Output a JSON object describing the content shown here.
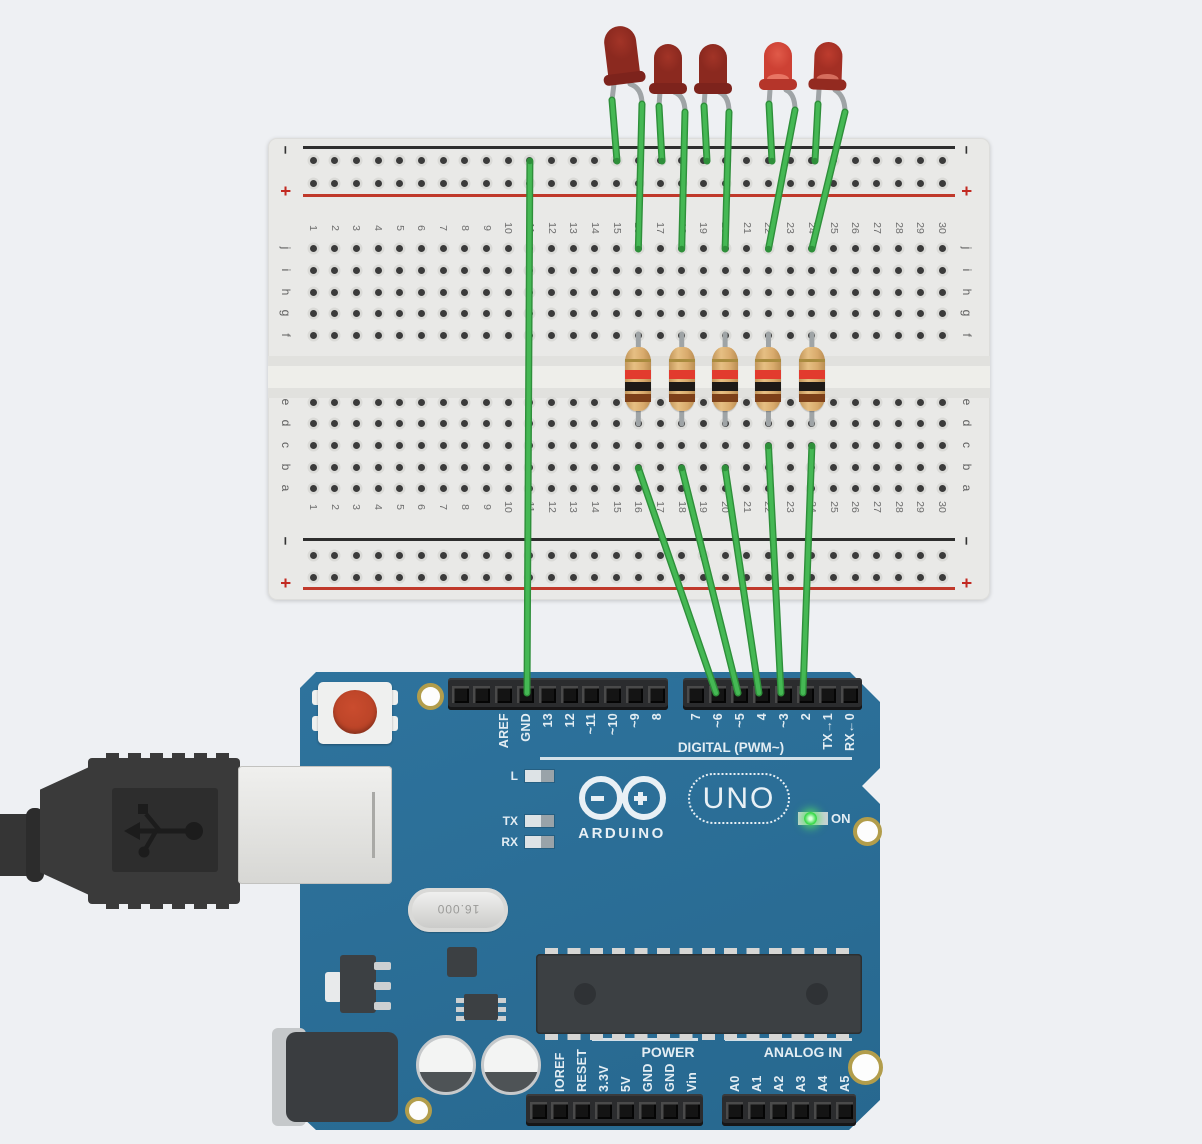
{
  "breadboard": {
    "column_count": 30,
    "row_letters_top": [
      "j",
      "i",
      "h",
      "g",
      "f"
    ],
    "row_letters_bottom": [
      "e",
      "d",
      "c",
      "b",
      "a"
    ],
    "rail_negative_symbol": "−",
    "rail_positive_symbol": "+"
  },
  "arduino": {
    "top_pin_labels_left": [
      "AREF",
      "GND",
      "13",
      "12",
      "~11",
      "~10",
      "~9",
      "8"
    ],
    "top_pin_labels_right": [
      "7",
      "~6",
      "~5",
      "4",
      "~3",
      "2",
      "TX→1",
      "RX←0"
    ],
    "digital_caption": "DIGITAL (PWM~)",
    "brand": "ARDUINO",
    "model": "UNO",
    "led_l_label": "L",
    "led_tx_label": "TX",
    "led_rx_label": "RX",
    "power_led_label": "ON",
    "power_caption": "POWER",
    "bottom_pin_labels_left": [
      "IOREF",
      "RESET",
      "3.3V",
      "5V",
      "GND",
      "GND",
      "Vin"
    ],
    "analog_caption": "ANALOG IN",
    "bottom_pin_labels_right": [
      "A0",
      "A1",
      "A2",
      "A3",
      "A4",
      "A5"
    ],
    "crystal_label": "16.000"
  },
  "components": {
    "leds": [
      {
        "name": "led-1",
        "color": "red",
        "anode_column": 16,
        "cathode": "top-negative-rail"
      },
      {
        "name": "led-2",
        "color": "red",
        "anode_column": 18,
        "cathode": "top-negative-rail"
      },
      {
        "name": "led-3",
        "color": "red",
        "anode_column": 20,
        "cathode": "top-negative-rail"
      },
      {
        "name": "led-4",
        "color": "red",
        "anode_column": 22,
        "cathode": "top-negative-rail"
      },
      {
        "name": "led-5",
        "color": "red",
        "anode_column": 24,
        "cathode": "top-negative-rail"
      }
    ],
    "resistors": [
      {
        "name": "resistor-1",
        "column": 16,
        "bands": [
          "gold",
          "red",
          "black",
          "brown"
        ]
      },
      {
        "name": "resistor-2",
        "column": 18,
        "bands": [
          "gold",
          "red",
          "black",
          "brown"
        ]
      },
      {
        "name": "resistor-3",
        "column": 20,
        "bands": [
          "gold",
          "red",
          "black",
          "brown"
        ]
      },
      {
        "name": "resistor-4",
        "column": 22,
        "bands": [
          "gold",
          "red",
          "black",
          "brown"
        ]
      },
      {
        "name": "resistor-5",
        "column": 24,
        "bands": [
          "gold",
          "red",
          "black",
          "brown"
        ]
      }
    ],
    "wires": [
      {
        "name": "wire-gnd",
        "from": "breadboard top negative rail col 11",
        "to": "arduino GND"
      },
      {
        "name": "wire-d6",
        "from": "breadboard b16",
        "to": "arduino ~6"
      },
      {
        "name": "wire-d5",
        "from": "breadboard b18",
        "to": "arduino ~5"
      },
      {
        "name": "wire-d4",
        "from": "breadboard b20",
        "to": "arduino 4"
      },
      {
        "name": "wire-d3",
        "from": "breadboard c22",
        "to": "arduino ~3"
      },
      {
        "name": "wire-d2",
        "from": "breadboard c24",
        "to": "arduino 2"
      }
    ]
  },
  "colors": {
    "wire_green": "#45b854",
    "wire_green_dark": "#2e8f3a",
    "board_blue": "#2b6e97",
    "led_red_dark": "#8b291f",
    "led_red_lit": "#cd4134",
    "breadboard": "#e9e9e7",
    "resistor_body": "#d9ab6d"
  }
}
